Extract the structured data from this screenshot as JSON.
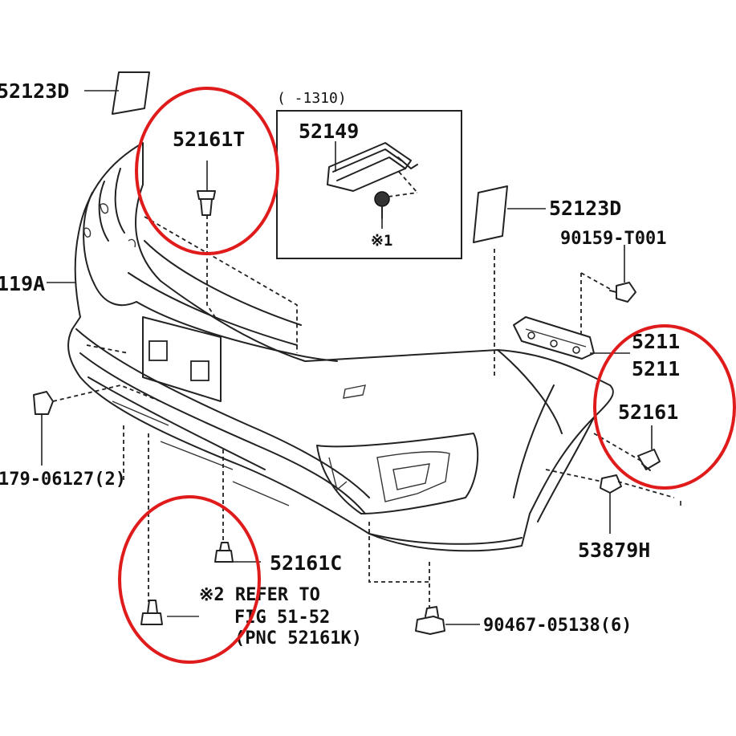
{
  "callout_color": "#e01b1b",
  "inset": {
    "range": "(      -1310)"
  },
  "labels": {
    "l_52123d_top": "52123D",
    "l_52161t": "52161T",
    "l_52149": "52149",
    "l_note1": "※1",
    "l_52123d_right": "52123D",
    "l_90159": "90159-T001",
    "l_52119a": "119A",
    "l_5211_a": "5211",
    "l_5211_b": "5211",
    "l_52161_right": "52161",
    "l_90179": "179-06127(2)",
    "l_53879h": "53879H",
    "l_52161c": "52161C",
    "l_note2a": "※2 REFER TO",
    "l_note2b": "FIG 51-52",
    "l_note2c": "(PNC 52161K)",
    "l_90467": "90467-05138(6)"
  }
}
